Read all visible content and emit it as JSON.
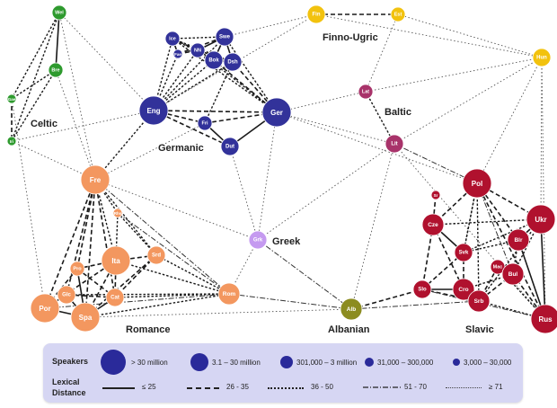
{
  "families": {
    "celtic": "Celtic",
    "germanic": "Germanic",
    "finno_ugric": "Finno-Ugric",
    "baltic": "Baltic",
    "greek": "Greek",
    "romance": "Romance",
    "albanian": "Albanian",
    "slavic": "Slavic"
  },
  "colors": {
    "celtic": "#2e9a2e",
    "germanic": "#32329a",
    "finno_ugric": "#f2c20e",
    "baltic": "#a8336a",
    "greek": "#c59af0",
    "romance": "#f3975f",
    "albanian": "#8c8c20",
    "slavic": "#b0112e",
    "legend_bg": "#d6d6f3",
    "legend_dot": "#2a2a9a"
  },
  "nodes": [
    {
      "id": "WEL",
      "label": "Wel",
      "family": "celtic",
      "size": "s4"
    },
    {
      "id": "BRE",
      "label": "Bre",
      "family": "celtic",
      "size": "s4"
    },
    {
      "id": "GAE",
      "label": "Gae",
      "family": "celtic",
      "size": "s5"
    },
    {
      "id": "IRI",
      "label": "Iri",
      "family": "celtic",
      "size": "s5"
    },
    {
      "id": "ICE",
      "label": "Ice",
      "family": "germanic",
      "size": "s4"
    },
    {
      "id": "FAE",
      "label": "Fae",
      "family": "germanic",
      "size": "s5"
    },
    {
      "id": "NN",
      "label": "NN",
      "family": "germanic",
      "size": "s4"
    },
    {
      "id": "SWE",
      "label": "Swe",
      "family": "germanic",
      "size": "s3"
    },
    {
      "id": "BOK",
      "label": "Bok",
      "family": "germanic",
      "size": "s3"
    },
    {
      "id": "DSH",
      "label": "Dsh",
      "family": "germanic",
      "size": "s3"
    },
    {
      "id": "ENG",
      "label": "Eng",
      "family": "germanic",
      "size": "s1"
    },
    {
      "id": "FRI",
      "label": "Fri",
      "family": "germanic",
      "size": "s4"
    },
    {
      "id": "DUT",
      "label": "Dut",
      "family": "germanic",
      "size": "s3"
    },
    {
      "id": "GER",
      "label": "Ger",
      "family": "germanic",
      "size": "s1"
    },
    {
      "id": "FIN",
      "label": "Fin",
      "family": "finno_ugric",
      "size": "s3"
    },
    {
      "id": "EST",
      "label": "Est",
      "family": "finno_ugric",
      "size": "s4"
    },
    {
      "id": "HUN",
      "label": "Hun",
      "family": "finno_ugric",
      "size": "s3"
    },
    {
      "id": "LAT",
      "label": "Lat",
      "family": "baltic",
      "size": "s4"
    },
    {
      "id": "LIT",
      "label": "Lit",
      "family": "baltic",
      "size": "s3"
    },
    {
      "id": "GRK",
      "label": "Grk",
      "family": "greek",
      "size": "s3"
    },
    {
      "id": "FRE",
      "label": "Fre",
      "family": "romance",
      "size": "s1"
    },
    {
      "id": "RHS",
      "label": "Rhs",
      "family": "romance",
      "size": "s5"
    },
    {
      "id": "ITA",
      "label": "Ita",
      "family": "romance",
      "size": "s1"
    },
    {
      "id": "SRD",
      "label": "Srd",
      "family": "romance",
      "size": "s3"
    },
    {
      "id": "PRO",
      "label": "Pro",
      "family": "romance",
      "size": "s4"
    },
    {
      "id": "CAT",
      "label": "Cat",
      "family": "romance",
      "size": "s3"
    },
    {
      "id": "GLC",
      "label": "Glc",
      "family": "romance",
      "size": "s3"
    },
    {
      "id": "POR",
      "label": "Por",
      "family": "romance",
      "size": "s1"
    },
    {
      "id": "SPA",
      "label": "Spa",
      "family": "romance",
      "size": "s1"
    },
    {
      "id": "ROM",
      "label": "Rom",
      "family": "romance",
      "size": "s2"
    },
    {
      "id": "ALB",
      "label": "Alb",
      "family": "albanian",
      "size": "s2"
    },
    {
      "id": "SRB_S",
      "label": "Sr",
      "family": "slavic",
      "size": "s5"
    },
    {
      "id": "POL",
      "label": "Pol",
      "family": "slavic",
      "size": "s1"
    },
    {
      "id": "CZE",
      "label": "Cze",
      "family": "slavic",
      "size": "s2"
    },
    {
      "id": "SVK",
      "label": "Svk",
      "family": "slavic",
      "size": "s3"
    },
    {
      "id": "UKR",
      "label": "Ukr",
      "family": "slavic",
      "size": "s1"
    },
    {
      "id": "BLR",
      "label": "Blr",
      "family": "slavic",
      "size": "s2"
    },
    {
      "id": "MAC",
      "label": "Mac",
      "family": "slavic",
      "size": "s4"
    },
    {
      "id": "BUL",
      "label": "Bul",
      "family": "slavic",
      "size": "s2"
    },
    {
      "id": "SLO",
      "label": "Slo",
      "family": "slavic",
      "size": "s3"
    },
    {
      "id": "CRO",
      "label": "Cro",
      "family": "slavic",
      "size": "s2"
    },
    {
      "id": "SRB",
      "label": "Srb",
      "family": "slavic",
      "size": "s2"
    },
    {
      "id": "RUS",
      "label": "Rus",
      "family": "slavic",
      "size": "s1"
    }
  ],
  "edges": [
    [
      "WEL",
      "BRE",
      "d1"
    ],
    [
      "WEL",
      "GAE",
      "d3"
    ],
    [
      "WEL",
      "IRI",
      "d3"
    ],
    [
      "BRE",
      "GAE",
      "d3"
    ],
    [
      "BRE",
      "IRI",
      "d3"
    ],
    [
      "GAE",
      "IRI",
      "d2"
    ],
    [
      "WEL",
      "ENG",
      "d5"
    ],
    [
      "WEL",
      "FRE",
      "d5"
    ],
    [
      "BRE",
      "FRE",
      "d5"
    ],
    [
      "IRI",
      "ENG",
      "d5"
    ],
    [
      "IRI",
      "FRE",
      "d5"
    ],
    [
      "GAE",
      "POR",
      "d5"
    ],
    [
      "ICE",
      "FAE",
      "d1"
    ],
    [
      "ICE",
      "NN",
      "d2"
    ],
    [
      "ICE",
      "SWE",
      "d3"
    ],
    [
      "ICE",
      "BOK",
      "d3"
    ],
    [
      "ICE",
      "DSH",
      "d3"
    ],
    [
      "FAE",
      "NN",
      "d2"
    ],
    [
      "FAE",
      "SWE",
      "d2"
    ],
    [
      "NN",
      "SWE",
      "d1"
    ],
    [
      "NN",
      "BOK",
      "d1"
    ],
    [
      "NN",
      "DSH",
      "d1"
    ],
    [
      "SWE",
      "BOK",
      "d1"
    ],
    [
      "SWE",
      "DSH",
      "d1"
    ],
    [
      "BOK",
      "DSH",
      "d1"
    ],
    [
      "ENG",
      "ICE",
      "d3"
    ],
    [
      "ENG",
      "FAE",
      "d3"
    ],
    [
      "ENG",
      "NN",
      "d3"
    ],
    [
      "ENG",
      "SWE",
      "d3"
    ],
    [
      "ENG",
      "BOK",
      "d3"
    ],
    [
      "ENG",
      "DSH",
      "d3"
    ],
    [
      "ENG",
      "FRI",
      "d2"
    ],
    [
      "ENG",
      "DUT",
      "d2"
    ],
    [
      "ENG",
      "GER",
      "d2"
    ],
    [
      "FRI",
      "DUT",
      "d1"
    ],
    [
      "FRI",
      "GER",
      "d2"
    ],
    [
      "DUT",
      "GER",
      "d1"
    ],
    [
      "GER",
      "SWE",
      "d3"
    ],
    [
      "GER",
      "BOK",
      "d2"
    ],
    [
      "GER",
      "DSH",
      "d2"
    ],
    [
      "GER",
      "NN",
      "d3"
    ],
    [
      "GER",
      "ICE",
      "d3"
    ],
    [
      "FRI",
      "DSH",
      "d3"
    ],
    [
      "ENG",
      "FRE",
      "d3"
    ],
    [
      "ENG",
      "FIN",
      "d5"
    ],
    [
      "SWE",
      "FIN",
      "d5"
    ],
    [
      "GER",
      "LAT",
      "d5"
    ],
    [
      "GER",
      "LIT",
      "d5"
    ],
    [
      "GER",
      "GRK",
      "d5"
    ],
    [
      "DUT",
      "GRK",
      "d5"
    ],
    [
      "GER",
      "POL",
      "d5"
    ],
    [
      "FRI",
      "FRE",
      "d5"
    ],
    [
      "FIN",
      "EST",
      "d2"
    ],
    [
      "FIN",
      "HUN",
      "d5"
    ],
    [
      "EST",
      "HUN",
      "d5"
    ],
    [
      "EST",
      "LAT",
      "d5"
    ],
    [
      "HUN",
      "LAT",
      "d5"
    ],
    [
      "HUN",
      "LIT",
      "d5"
    ],
    [
      "HUN",
      "UKR",
      "d5"
    ],
    [
      "HUN",
      "RUS",
      "d5"
    ],
    [
      "HUN",
      "POL",
      "d5"
    ],
    [
      "LAT",
      "LIT",
      "d3"
    ],
    [
      "LIT",
      "POL",
      "d4"
    ],
    [
      "LIT",
      "GRK",
      "d5"
    ],
    [
      "LIT",
      "RUS",
      "d5"
    ],
    [
      "LIT",
      "ALB",
      "d5"
    ],
    [
      "GRK",
      "FRE",
      "d5"
    ],
    [
      "GRK",
      "ALB",
      "d4"
    ],
    [
      "GRK",
      "ROM",
      "d5"
    ],
    [
      "FRE",
      "ROM",
      "d4"
    ],
    [
      "FRE",
      "RHS",
      "d3"
    ],
    [
      "FRE",
      "ITA",
      "d3"
    ],
    [
      "FRE",
      "SRD",
      "d3"
    ],
    [
      "FRE",
      "PRO",
      "d2"
    ],
    [
      "FRE",
      "CAT",
      "d2"
    ],
    [
      "FRE",
      "GLC",
      "d2"
    ],
    [
      "FRE",
      "POR",
      "d2"
    ],
    [
      "FRE",
      "SPA",
      "d2"
    ],
    [
      "RHS",
      "ITA",
      "d3"
    ],
    [
      "RHS",
      "SRD",
      "d3"
    ],
    [
      "RHS",
      "ROM",
      "d4"
    ],
    [
      "ITA",
      "SRD",
      "d2"
    ],
    [
      "ITA",
      "PRO",
      "d2"
    ],
    [
      "ITA",
      "CAT",
      "d2"
    ],
    [
      "ITA",
      "SPA",
      "d2"
    ],
    [
      "ITA",
      "ROM",
      "d3"
    ],
    [
      "ITA",
      "POR",
      "d2"
    ],
    [
      "SRD",
      "CAT",
      "d2"
    ],
    [
      "SRD",
      "ROM",
      "d3"
    ],
    [
      "SRD",
      "SPA",
      "d2"
    ],
    [
      "PRO",
      "CAT",
      "d2"
    ],
    [
      "PRO",
      "SPA",
      "d1"
    ],
    [
      "PRO",
      "POR",
      "d2"
    ],
    [
      "CAT",
      "SPA",
      "d1"
    ],
    [
      "CAT",
      "ROM",
      "d3"
    ],
    [
      "CAT",
      "GLC",
      "d2"
    ],
    [
      "GLC",
      "POR",
      "d1"
    ],
    [
      "GLC",
      "SPA",
      "d1"
    ],
    [
      "POR",
      "SPA",
      "d1"
    ],
    [
      "SPA",
      "ROM",
      "d3"
    ],
    [
      "POR",
      "ROM",
      "d4"
    ],
    [
      "GLC",
      "ROM",
      "d3"
    ],
    [
      "ROM",
      "ALB",
      "d4"
    ],
    [
      "SPA",
      "ALB",
      "d5"
    ],
    [
      "ALB",
      "SLO",
      "d2"
    ],
    [
      "ALB",
      "SRB",
      "d4"
    ],
    [
      "SRB_S",
      "CZE",
      "d2"
    ],
    [
      "POL",
      "CZE",
      "d2"
    ],
    [
      "POL",
      "SVK",
      "d3"
    ],
    [
      "POL",
      "UKR",
      "d2"
    ],
    [
      "POL",
      "BLR",
      "d2"
    ],
    [
      "POL",
      "RUS",
      "d2"
    ],
    [
      "POL",
      "SRB",
      "d3"
    ],
    [
      "CZE",
      "SVK",
      "d1"
    ],
    [
      "CZE",
      "SLO",
      "d2"
    ],
    [
      "CZE",
      "CRO",
      "d2"
    ],
    [
      "SVK",
      "SLO",
      "d2"
    ],
    [
      "SVK",
      "CRO",
      "d2"
    ],
    [
      "SVK",
      "UKR",
      "d3"
    ],
    [
      "SVK",
      "BLR",
      "d3"
    ],
    [
      "UKR",
      "BLR",
      "d1"
    ],
    [
      "UKR",
      "RUS",
      "d1"
    ],
    [
      "UKR",
      "BUL",
      "d3"
    ],
    [
      "UKR",
      "SRB",
      "d3"
    ],
    [
      "BLR",
      "RUS",
      "d1"
    ],
    [
      "BLR",
      "BUL",
      "d3"
    ],
    [
      "MAC",
      "BUL",
      "d1"
    ],
    [
      "MAC",
      "SRB",
      "d2"
    ],
    [
      "MAC",
      "RUS",
      "d3"
    ],
    [
      "BUL",
      "SRB",
      "d2"
    ],
    [
      "BUL",
      "RUS",
      "d2"
    ],
    [
      "SLO",
      "CRO",
      "d1"
    ],
    [
      "CRO",
      "SRB",
      "d1"
    ],
    [
      "SRB",
      "RUS",
      "d3"
    ],
    [
      "SLO",
      "SRB",
      "d2"
    ],
    [
      "SVK",
      "POL",
      "d3"
    ],
    [
      "CZE",
      "UKR",
      "d3"
    ],
    [
      "CRO",
      "BUL",
      "d3"
    ],
    [
      "POL",
      "BUL",
      "d4"
    ],
    [
      "SLO",
      "RUS",
      "d4"
    ]
  ],
  "legend": {
    "speakers_title": "Speakers",
    "distance_title_1": "Lexical",
    "distance_title_2": "Distance",
    "speakers": [
      {
        "size": "s1",
        "label": "> 30 million"
      },
      {
        "size": "s2",
        "label": "3.1 – 30 million"
      },
      {
        "size": "s3",
        "label": "301,000 – 3 million"
      },
      {
        "size": "s4",
        "label": "31,000 – 300,000"
      },
      {
        "size": "s5",
        "label": "3,000 – 30,000"
      }
    ],
    "distances": [
      {
        "style": "d1",
        "label": "≤ 25"
      },
      {
        "style": "d2",
        "label": "26 - 35"
      },
      {
        "style": "d3",
        "label": "36 - 50"
      },
      {
        "style": "d4",
        "label": "51 - 70"
      },
      {
        "style": "d5",
        "label": "≥ 71"
      }
    ]
  }
}
